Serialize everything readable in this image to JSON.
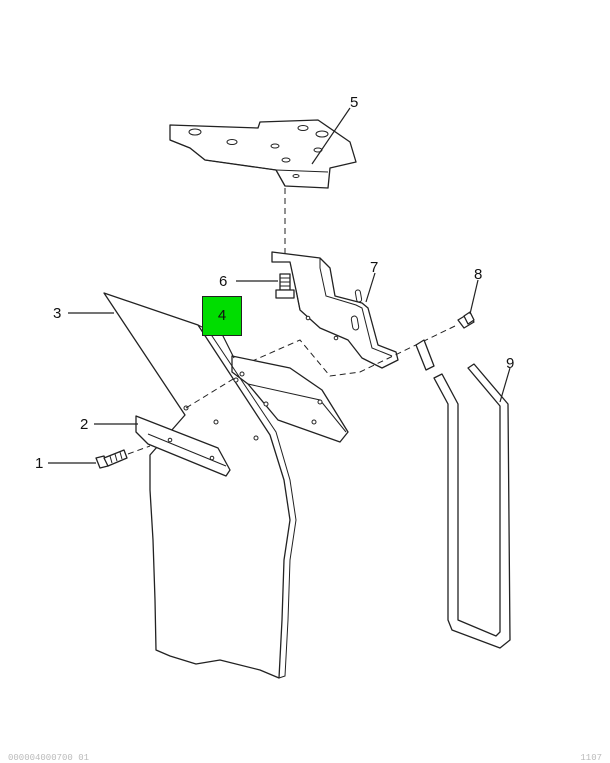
{
  "callouts": {
    "c1": "1",
    "c2": "2",
    "c3": "3",
    "c4": "4",
    "c5": "5",
    "c6": "6",
    "c7": "7",
    "c8": "8",
    "c9": "9"
  },
  "highlight": {
    "callout": "4",
    "color": "#00dd00"
  },
  "footer": {
    "left": "000004000700 01",
    "right": "1107"
  }
}
